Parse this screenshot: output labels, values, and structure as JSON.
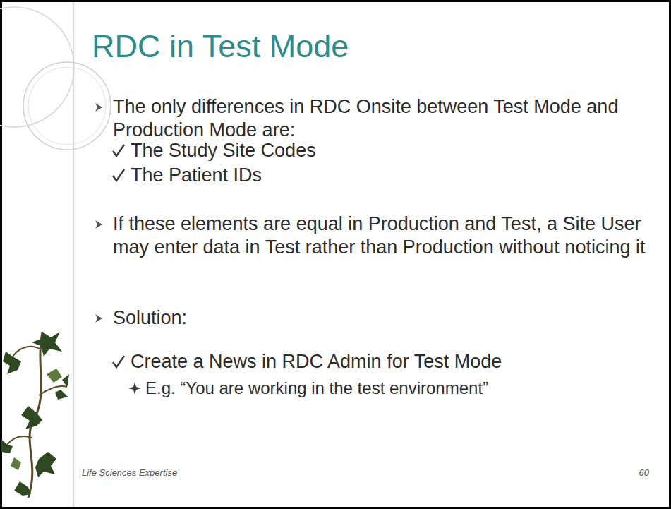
{
  "diagram": {
    "title": "RDC in Test Mode",
    "labels": [
      "The only differences in RDC Onsite between Test Mode and Production Mode are:",
      "The Study Site Codes",
      "The Patient IDs",
      "If these elements are equal in Production and Test, a Site User may enter data in Test rather than Production without noticing it",
      "Solution:",
      "Create a News in RDC Admin for Test Mode",
      "E.g. “You are working in the test environment”",
      "Life Sciences Expertise",
      "60"
    ]
  }
}
